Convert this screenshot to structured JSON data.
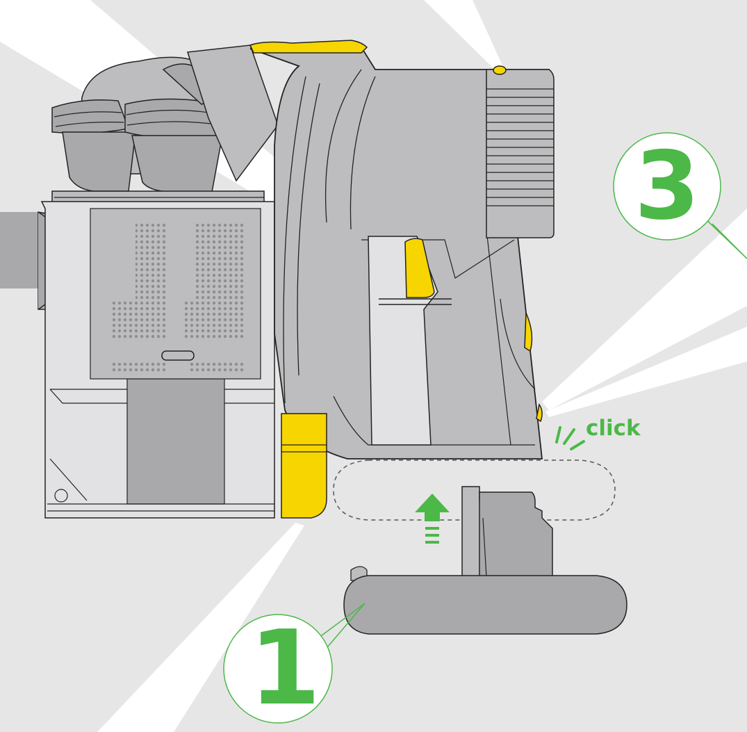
{
  "callouts": [
    {
      "number": "1"
    },
    {
      "number": "3"
    }
  ],
  "sound_label": "click",
  "colors": {
    "background": "#e6e6e7",
    "ray": "#ffffff",
    "body": "#bdbdbf",
    "body_dark": "#a9a9ab",
    "outline": "#222222",
    "accent_yellow": "#f7d500",
    "accent_green": "#4cb848",
    "filter_dots": "#8e8e90"
  },
  "icons": {
    "insert_arrow": "arrow-up-dashed-icon",
    "click_marks": "sound-lines-icon"
  }
}
